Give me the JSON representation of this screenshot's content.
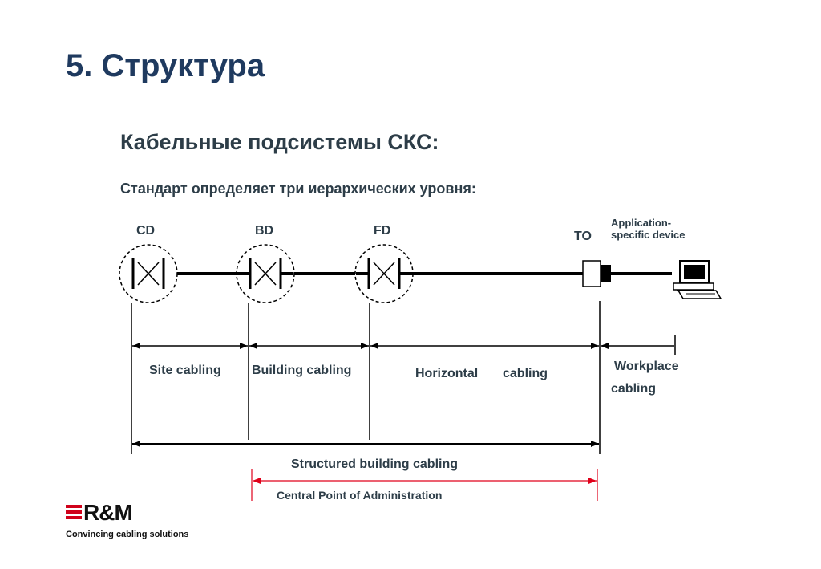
{
  "slide": {
    "title": "5. Структура",
    "subtitle": "Кабельные подсистемы СКС:",
    "subtext": "Стандарт определяет три иерархических уровня:"
  },
  "diagram": {
    "nodes": {
      "cd": "CD",
      "bd": "BD",
      "fd": "FD",
      "to": "TO"
    },
    "device_label": [
      "Application-",
      "specific device"
    ],
    "segments": {
      "site": "Site cabling",
      "building": "Building cabling",
      "horizontal_1": "Horizontal",
      "horizontal_2": "cabling",
      "workplace_1": "Workplace",
      "workplace_2": "cabling"
    },
    "structured": "Structured building cabling",
    "central": "Central Point of Administration"
  },
  "brand": {
    "logo_text": "R&M",
    "tagline": "Convincing cabling solutions",
    "accent_color": "#d0021b",
    "title_color": "#1f3a5f"
  }
}
